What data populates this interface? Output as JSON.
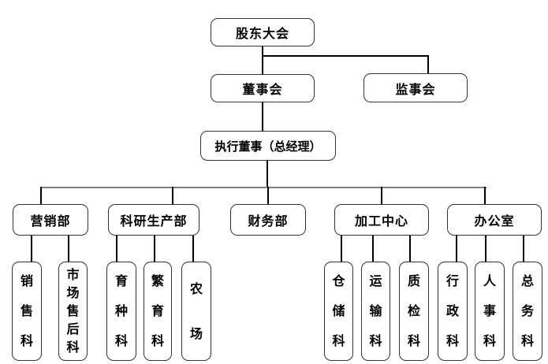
{
  "org": {
    "root": {
      "label": "股东大会"
    },
    "level2": [
      {
        "label": "董事会"
      },
      {
        "label": "监事会"
      }
    ],
    "level3": {
      "label": "执行董事（总经理）"
    },
    "departments": [
      {
        "label": "营销部",
        "children": [
          "销售科",
          "市场售后科"
        ]
      },
      {
        "label": "科研生产部",
        "children": [
          "育种科",
          "繁育科",
          "农场"
        ]
      },
      {
        "label": "财务部",
        "children": []
      },
      {
        "label": "加工中心",
        "children": [
          "仓储科",
          "运输科",
          "质检科"
        ]
      },
      {
        "label": "办公室",
        "children": [
          "行政科",
          "人事科",
          "总务科"
        ]
      }
    ]
  },
  "colors": {
    "background": "#ffffff",
    "box_fill": "#ffffff",
    "box_border": "#333333",
    "text": "#000000",
    "connector": "#000000",
    "level4_bus_line": "#808080"
  }
}
